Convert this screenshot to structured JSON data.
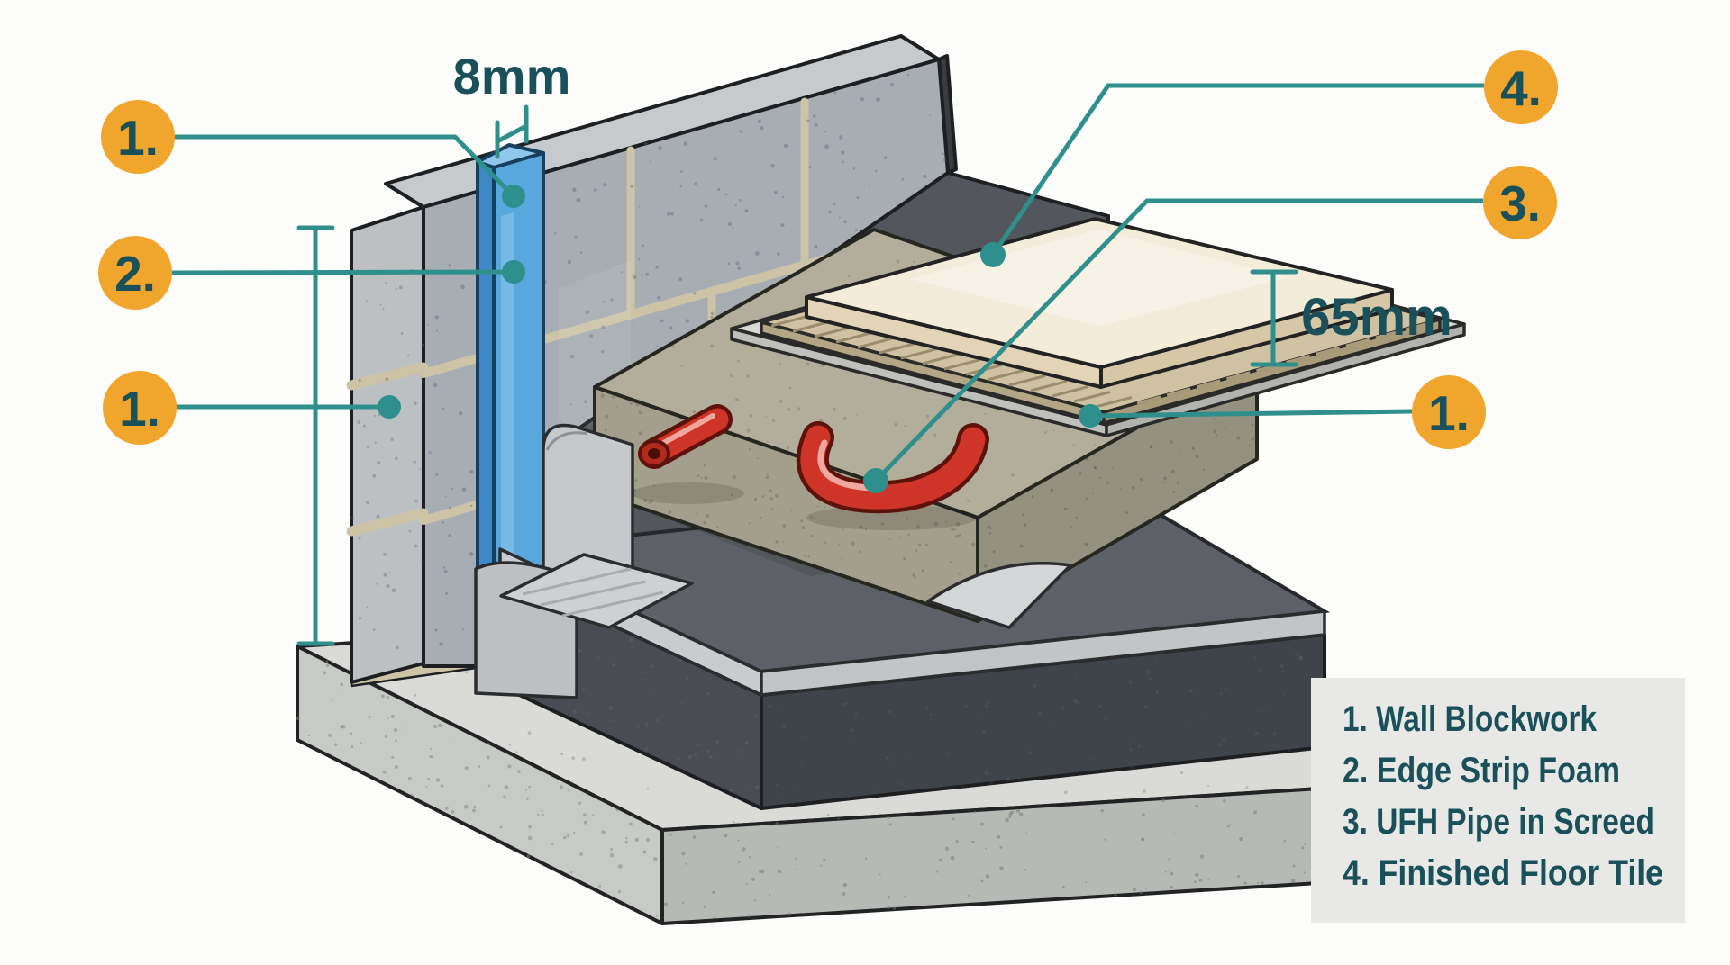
{
  "diagram": {
    "subject": "underfloor-heating-floor-construction-detail"
  },
  "dimensions": {
    "edge_gap": "8mm",
    "screed_depth": "65mm"
  },
  "callouts": [
    {
      "number": "1."
    },
    {
      "number": "2."
    },
    {
      "number": "1."
    },
    {
      "number": "4."
    },
    {
      "number": "3."
    },
    {
      "number": "1."
    }
  ],
  "legend": {
    "items": [
      "1. Wall Blockwork",
      "2. Edge Strip Foam",
      "3. UFH Pipe in Screed",
      "4. Finished Floor Tile"
    ]
  },
  "colors": {
    "accent_orange": "#f0a62c",
    "leader_teal": "#2f8f8c",
    "label_teal": "#1a505a",
    "legend_bg": "#e8e8e6",
    "wall_gray": "#a7adb2",
    "wall_cut_gray": "#bcc0c3",
    "mortar_tan": "#cdc4a8",
    "edge_strip_blue": "#58a8dd",
    "dpm_dark": "#5d6167",
    "insulation_dark": "#494d53",
    "membrane_silver": "#c9cccf",
    "screed_olive": "#a49e8c",
    "screed_top_olive": "#b3ae9b",
    "concrete_base": "#c8cac6",
    "tile_cream": "#f3ecd9",
    "adhesive_tan": "#cfc2a2",
    "pipe_red": "#cf3428"
  }
}
